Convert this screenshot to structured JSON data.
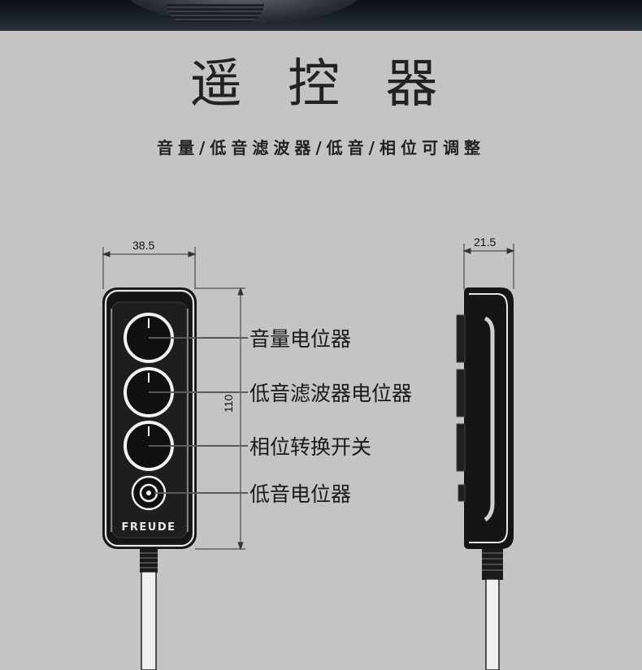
{
  "title": "遥 控 器",
  "subtitle": "音量/低音滤波器/低音/相位可调整",
  "dimensions": {
    "width": "38.5",
    "height": "110",
    "depth": "21.5"
  },
  "callouts": [
    "音量电位器",
    "低音滤波器电位器",
    "相位转换开关",
    "低音电位器"
  ],
  "brand": "FREUDE",
  "colors": {
    "background": "#c4c4c4",
    "device_body": "#141414",
    "device_face": "#1e1e1e",
    "knob_ring": "#f2f2f2",
    "leader_line": "#555555"
  }
}
